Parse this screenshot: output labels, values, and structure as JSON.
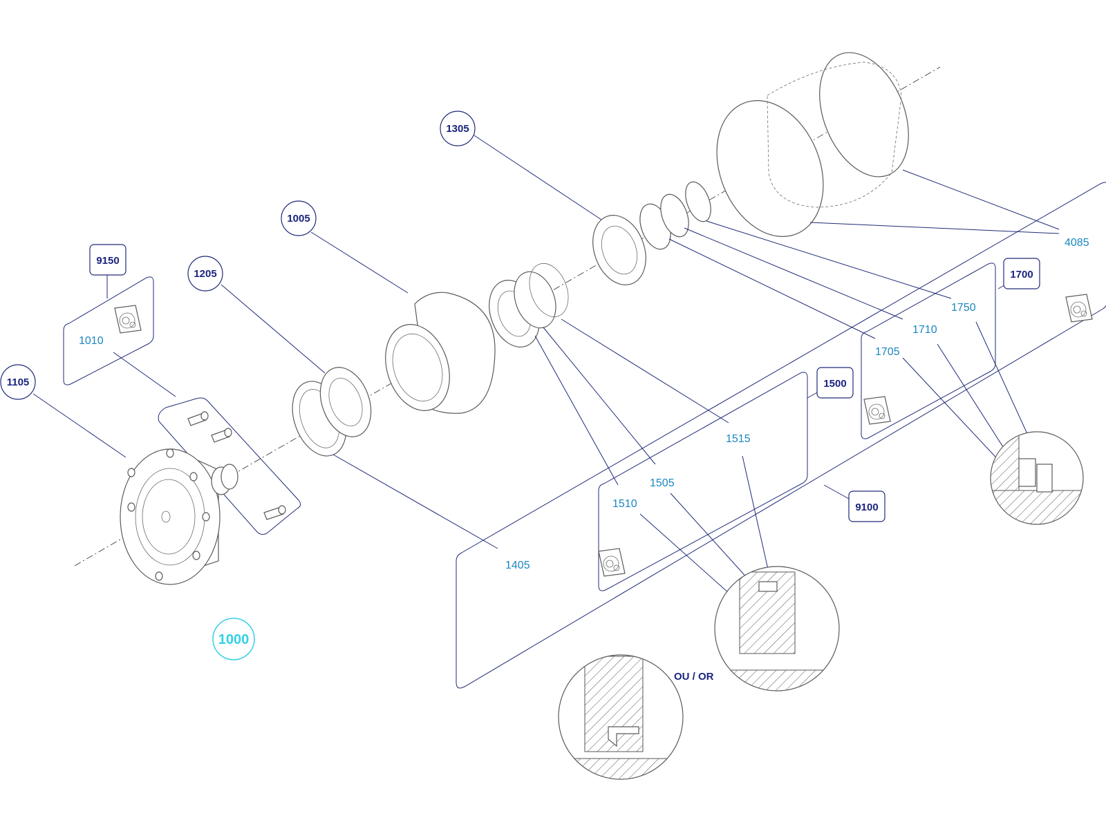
{
  "main_assembly": "1000",
  "callouts_circle": {
    "c1105": "1105",
    "c1205": "1205",
    "c1005": "1005",
    "c1305": "1305"
  },
  "callouts_box": {
    "b9150": "9150",
    "b1500": "1500",
    "b1700": "1700",
    "b9100": "9100"
  },
  "labels": {
    "l1010": "1010",
    "l1405": "1405",
    "l1505": "1505",
    "l1510": "1510",
    "l1515": "1515",
    "l1705": "1705",
    "l1710": "1710",
    "l1750": "1750",
    "l4085": "4085"
  },
  "or_label": "OU / OR",
  "colors": {
    "callout_bold": "#1a237e",
    "label_light": "#1a86c0",
    "main_assembly": "#33d1e6"
  }
}
